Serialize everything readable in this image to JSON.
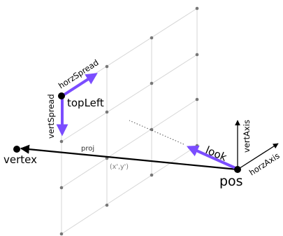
{
  "diagram": {
    "labels": {
      "vertex": "vertex",
      "topLeft": "topLeft",
      "horzSpread": "horzSpread",
      "vertSpread": "vertSpread",
      "look": "look",
      "pos": "pos",
      "vertAxis": "vertAxis",
      "horzAxis": "horzAxis",
      "proj": "proj",
      "intersection": "(x',y')"
    },
    "colors": {
      "accent": "#7b4dff",
      "grid": "#d6d6d6",
      "gridDot": "#777777",
      "ink": "#000000"
    }
  }
}
